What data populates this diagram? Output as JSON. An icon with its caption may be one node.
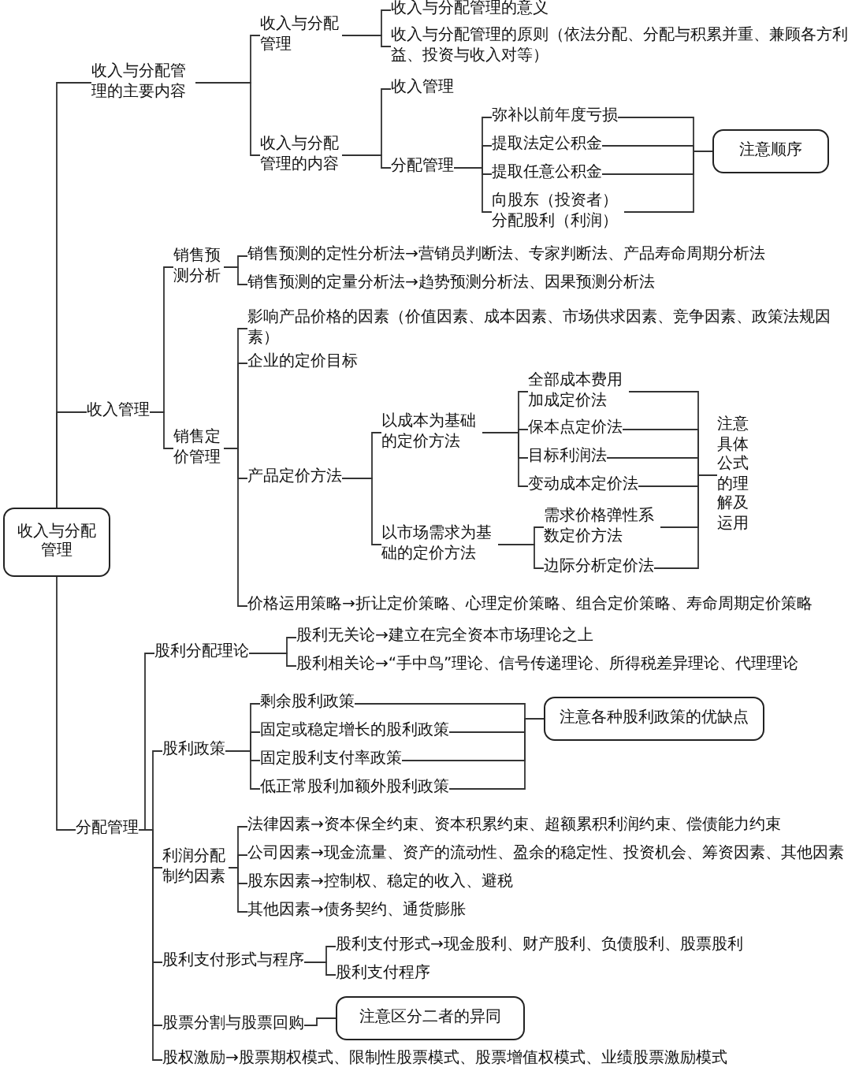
{
  "diagram": {
    "nodes": [
      {
        "text": [
          "收入与分配管理"
        ]
      },
      {
        "text": [
          "收入与分配管理的主要内容"
        ]
      },
      {
        "text": [
          "收入与分配管理"
        ]
      },
      {
        "text": [
          "收入与分配管理的意义"
        ]
      },
      {
        "text": [
          "收入与分配管理的原则（依法分配、分配与积累并重、兼顾各方利益、投资与收入对等）"
        ]
      },
      {
        "text": [
          "收入与分配管理的内容"
        ]
      },
      {
        "text": [
          "收入管理"
        ]
      },
      {
        "text": [
          "分配管理"
        ]
      },
      {
        "text": [
          "弥补以前年度亏损"
        ]
      },
      {
        "text": [
          "提取法定公积金"
        ]
      },
      {
        "text": [
          "提取任意公积金"
        ]
      },
      {
        "text": [
          "向股东（投资者）分配股利（利润）"
        ]
      },
      {
        "text": [
          "注意顺序"
        ]
      },
      {
        "text": [
          "收入管理"
        ]
      },
      {
        "text": [
          "销售预测分析"
        ]
      },
      {
        "text": [
          "销售预测的定性分析法→营销员判断法、专家判断法、产品寿命周期分析法"
        ]
      },
      {
        "text": [
          "销售预测的定量分析法→趋势预测分析法、因果预测分析法"
        ]
      },
      {
        "text": [
          "销售定价管理"
        ]
      },
      {
        "text": [
          "影响产品价格的因素（价值因素、成本因素、市场供求因素、竞争因素、政策法规因素）"
        ]
      },
      {
        "text": [
          "企业的定价目标"
        ]
      },
      {
        "text": [
          "产品定价方法"
        ]
      },
      {
        "text": [
          "以成本为基础的定价方法"
        ]
      },
      {
        "text": [
          "全部成本费用加成定价法"
        ]
      },
      {
        "text": [
          "保本点定价法"
        ]
      },
      {
        "text": [
          "目标利润法"
        ]
      },
      {
        "text": [
          "变动成本定价法"
        ]
      },
      {
        "text": [
          "以市场需求为基础的定价方法"
        ]
      },
      {
        "text": [
          "需求价格弹性系数定价方法"
        ]
      },
      {
        "text": [
          "边际分析定价法"
        ]
      },
      {
        "text": [
          "注意具体公式的理解及运用"
        ]
      },
      {
        "text": [
          "价格运用策略→折让定价策略、心理定价策略、组合定价策略、寿命周期定价策略"
        ]
      },
      {
        "text": [
          "分配管理"
        ]
      },
      {
        "text": [
          "股利分配理论"
        ]
      },
      {
        "text": [
          "股利无关论→建立在完全资本市场理论之上"
        ]
      },
      {
        "text": [
          "股利相关论→“手中鸟”理论、信号传递理论、所得税差异理论、代理理论"
        ]
      },
      {
        "text": [
          "股利政策"
        ]
      },
      {
        "text": [
          "剩余股利政策"
        ]
      },
      {
        "text": [
          "固定或稳定增长的股利政策"
        ]
      },
      {
        "text": [
          "固定股利支付率政策"
        ]
      },
      {
        "text": [
          "低正常股利加额外股利政策"
        ]
      },
      {
        "text": [
          "注意各种股利政策的优缺点"
        ]
      },
      {
        "text": [
          "利润分配制约因素"
        ]
      },
      {
        "text": [
          "法律因素→资本保全约束、资本积累约束、超额累积利润约束、偿债能力约束"
        ]
      },
      {
        "text": [
          "公司因素→现金流量、资产的流动性、盈余的稳定性、投资机会、筹资因素、其他因素"
        ]
      },
      {
        "text": [
          "股东因素→控制权、稳定的收入、避税"
        ]
      },
      {
        "text": [
          "其他因素→债务契约、通货膨胀"
        ]
      },
      {
        "text": [
          "股利支付形式与程序"
        ]
      },
      {
        "text": [
          "股利支付形式→现金股利、财产股利、负债股利、股票股利"
        ]
      },
      {
        "text": [
          "股利支付程序"
        ]
      },
      {
        "text": [
          "股票分割与股票回购"
        ]
      },
      {
        "text": [
          "注意区分二者的异同"
        ]
      },
      {
        "text": [
          "股权激励→股票期权模式、限制性股票模式、股票增值权模式、业绩股票激励模式"
        ]
      }
    ],
    "edges": [
      {
        "from": 0,
        "to": 1,
        "arrow": "none"
      },
      {
        "from": 1,
        "to": 2,
        "arrow": "none"
      },
      {
        "from": 2,
        "to": 3,
        "arrow": "none"
      },
      {
        "from": 2,
        "to": 4,
        "arrow": "none"
      },
      {
        "from": 1,
        "to": 5,
        "arrow": "none"
      },
      {
        "from": 5,
        "to": 6,
        "arrow": "none"
      },
      {
        "from": 5,
        "to": 7,
        "arrow": "none"
      },
      {
        "from": 7,
        "to": 8,
        "arrow": "none"
      },
      {
        "from": 7,
        "to": 9,
        "arrow": "none"
      },
      {
        "from": 7,
        "to": 10,
        "arrow": "none"
      },
      {
        "from": 7,
        "to": 11,
        "arrow": "none"
      },
      {
        "from": 8,
        "to": 12,
        "arrow": "none"
      },
      {
        "from": 9,
        "to": 12,
        "arrow": "none"
      },
      {
        "from": 10,
        "to": 12,
        "arrow": "none"
      },
      {
        "from": 11,
        "to": 12,
        "arrow": "none"
      },
      {
        "from": 0,
        "to": 13,
        "arrow": "none"
      },
      {
        "from": 13,
        "to": 14,
        "arrow": "none"
      },
      {
        "from": 14,
        "to": 15,
        "arrow": "none"
      },
      {
        "from": 14,
        "to": 16,
        "arrow": "none"
      },
      {
        "from": 13,
        "to": 17,
        "arrow": "none"
      },
      {
        "from": 17,
        "to": 18,
        "arrow": "none"
      },
      {
        "from": 17,
        "to": 19,
        "arrow": "none"
      },
      {
        "from": 17,
        "to": 20,
        "arrow": "none"
      },
      {
        "from": 20,
        "to": 21,
        "arrow": "none"
      },
      {
        "from": 21,
        "to": 22,
        "arrow": "none"
      },
      {
        "from": 21,
        "to": 23,
        "arrow": "none"
      },
      {
        "from": 21,
        "to": 24,
        "arrow": "none"
      },
      {
        "from": 21,
        "to": 25,
        "arrow": "none"
      },
      {
        "from": 20,
        "to": 26,
        "arrow": "none"
      },
      {
        "from": 26,
        "to": 27,
        "arrow": "none"
      },
      {
        "from": 26,
        "to": 28,
        "arrow": "none"
      },
      {
        "from": 22,
        "to": 29,
        "arrow": "none"
      },
      {
        "from": 23,
        "to": 29,
        "arrow": "none"
      },
      {
        "from": 24,
        "to": 29,
        "arrow": "none"
      },
      {
        "from": 25,
        "to": 29,
        "arrow": "none"
      },
      {
        "from": 27,
        "to": 29,
        "arrow": "none"
      },
      {
        "from": 28,
        "to": 29,
        "arrow": "none"
      },
      {
        "from": 17,
        "to": 30,
        "arrow": "none"
      },
      {
        "from": 0,
        "to": 31,
        "arrow": "none"
      },
      {
        "from": 31,
        "to": 32,
        "arrow": "none"
      },
      {
        "from": 32,
        "to": 33,
        "arrow": "none"
      },
      {
        "from": 32,
        "to": 34,
        "arrow": "none"
      },
      {
        "from": 31,
        "to": 35,
        "arrow": "none"
      },
      {
        "from": 35,
        "to": 36,
        "arrow": "none"
      },
      {
        "from": 35,
        "to": 37,
        "arrow": "none"
      },
      {
        "from": 35,
        "to": 38,
        "arrow": "none"
      },
      {
        "from": 35,
        "to": 39,
        "arrow": "none"
      },
      {
        "from": 36,
        "to": 40,
        "arrow": "none"
      },
      {
        "from": 37,
        "to": 40,
        "arrow": "none"
      },
      {
        "from": 38,
        "to": 40,
        "arrow": "none"
      },
      {
        "from": 39,
        "to": 40,
        "arrow": "none"
      },
      {
        "from": 31,
        "to": 41,
        "arrow": "none"
      },
      {
        "from": 41,
        "to": 42,
        "arrow": "none"
      },
      {
        "from": 41,
        "to": 43,
        "arrow": "none"
      },
      {
        "from": 41,
        "to": 44,
        "arrow": "none"
      },
      {
        "from": 41,
        "to": 45,
        "arrow": "none"
      },
      {
        "from": 31,
        "to": 46,
        "arrow": "none"
      },
      {
        "from": 46,
        "to": 47,
        "arrow": "none"
      },
      {
        "from": 46,
        "to": 48,
        "arrow": "none"
      },
      {
        "from": 31,
        "to": 49,
        "arrow": "none"
      },
      {
        "from": 49,
        "to": 50,
        "arrow": "none"
      },
      {
        "from": 31,
        "to": 51,
        "arrow": "none"
      }
    ]
  }
}
